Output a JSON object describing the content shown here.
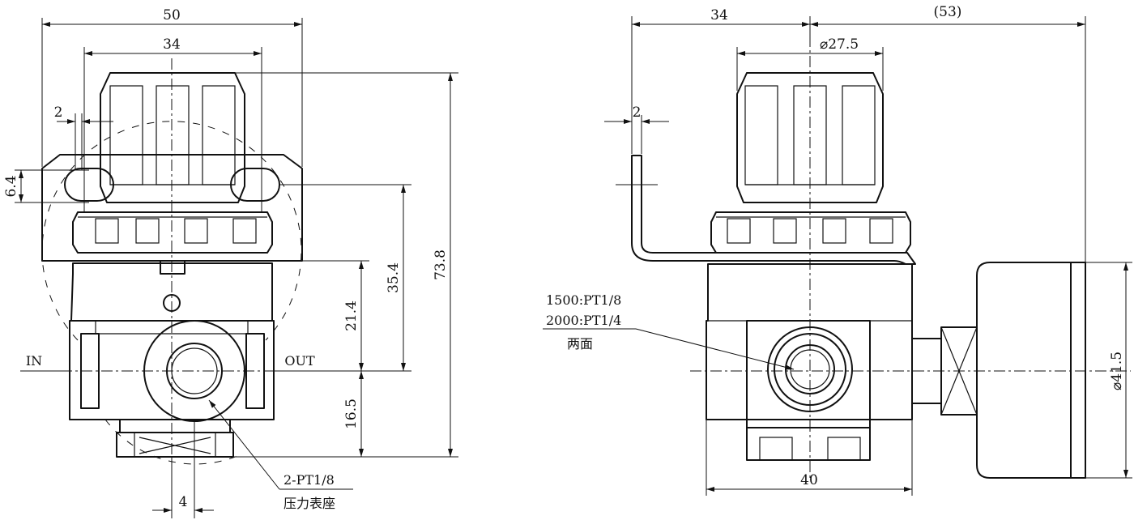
{
  "front_view": {
    "dim_width_total": "50",
    "dim_knob_width": "34",
    "dim_slot": "2",
    "dim_slot_height": "6.4",
    "dim_top_to_port": "35.4",
    "dim_body_upper": "21.4",
    "dim_body_lower": "16.5",
    "dim_overall_height": "73.8",
    "dim_bottom_offset": "4",
    "label_in": "IN",
    "label_out": "OUT",
    "callout_port": "2-PT1/8",
    "callout_gauge_seat": "压力表座"
  },
  "side_view": {
    "dim_knob_offset": "34",
    "dim_gauge_extent": "(53)",
    "dim_knob_diameter": "⌀27.5",
    "dim_slot": "2",
    "dim_body_width": "40",
    "dim_gauge_diameter": "⌀41.5",
    "callout_line1": "1500:PT1/8",
    "callout_line2": "2000:PT1/4",
    "callout_line3": "两面"
  }
}
